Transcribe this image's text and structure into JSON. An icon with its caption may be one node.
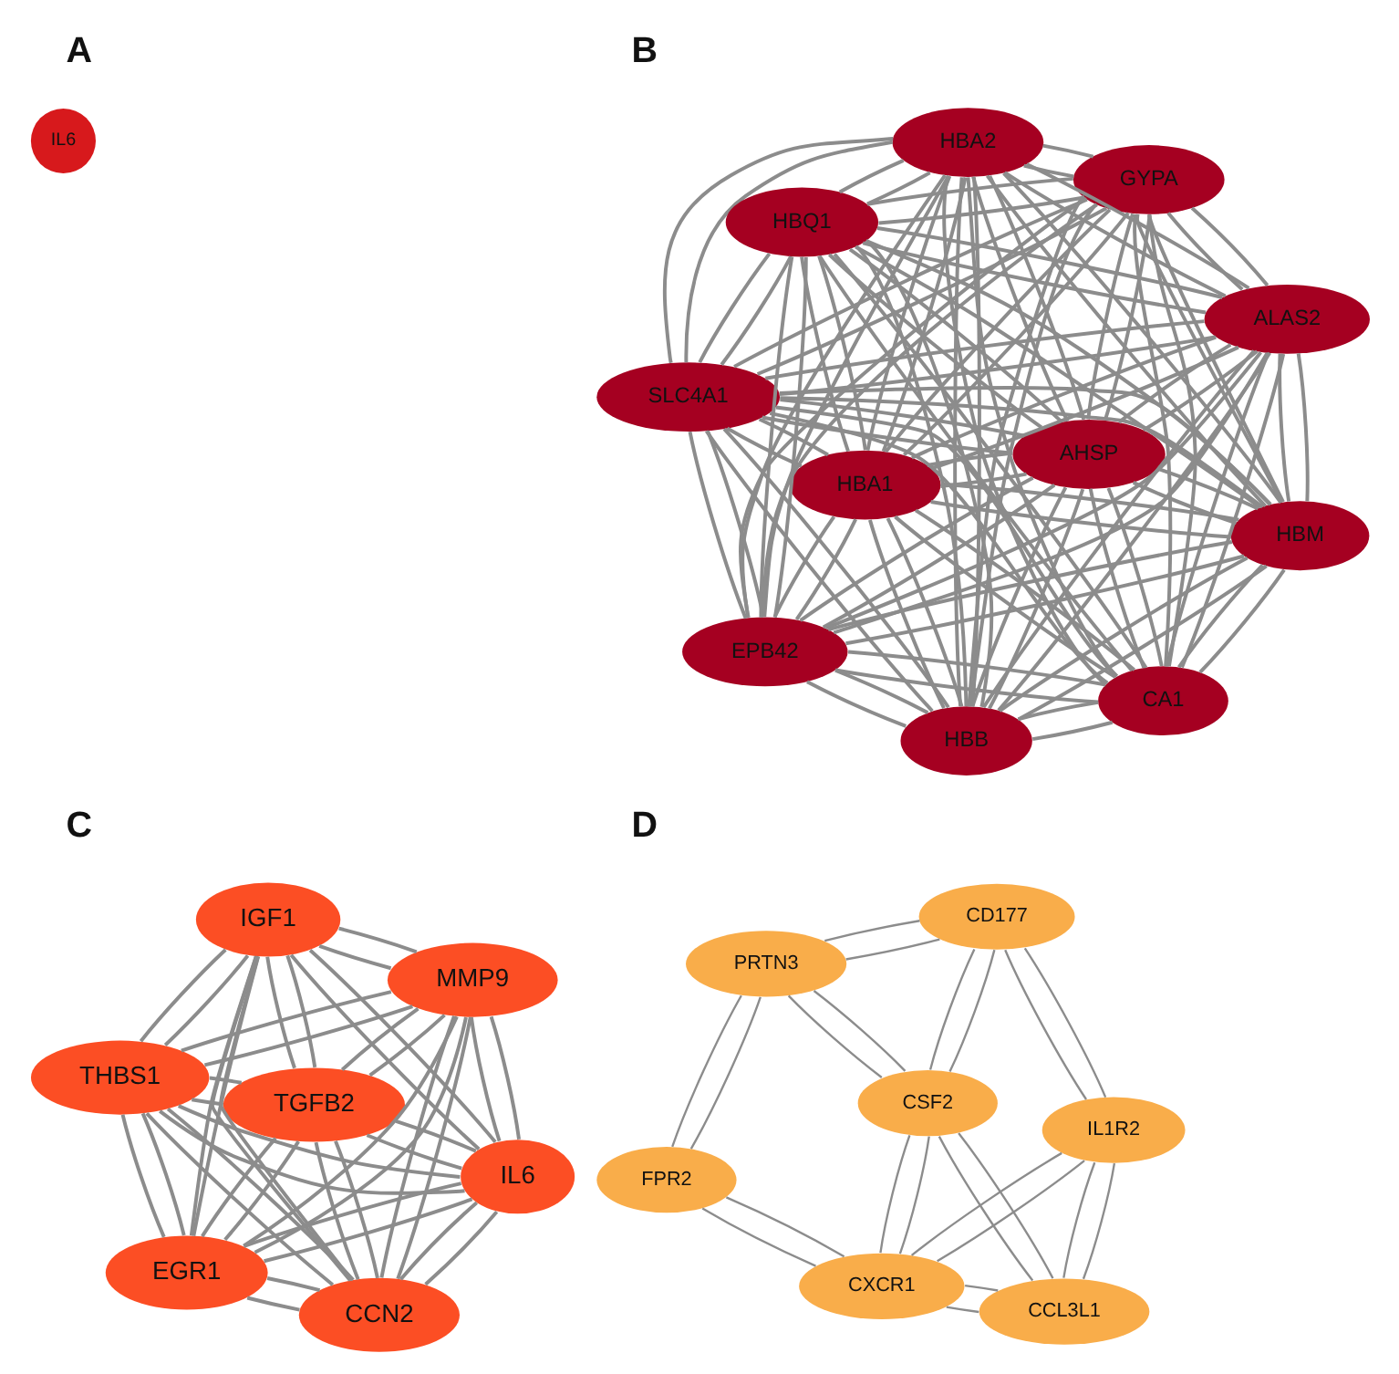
{
  "diagram": {
    "nodes": [
      {
        "text": [
          "IL6"
        ]
      },
      {
        "text": [
          "SLC4A1"
        ]
      },
      {
        "text": [
          "ALAS2"
        ]
      },
      {
        "text": [
          "HBB"
        ]
      },
      {
        "text": [
          "HBA2"
        ]
      },
      {
        "text": [
          "GYPA"
        ]
      },
      {
        "text": [
          "HBQ1"
        ]
      },
      {
        "text": [
          "EPB42"
        ]
      },
      {
        "text": [
          "HBM"
        ]
      },
      {
        "text": [
          "HBA1"
        ]
      },
      {
        "text": [
          "CA1"
        ]
      },
      {
        "text": [
          "AHSP"
        ]
      },
      {
        "text": [
          "THBS1"
        ]
      },
      {
        "text": [
          "IL6"
        ]
      },
      {
        "text": [
          "CCN2"
        ]
      },
      {
        "text": [
          "IGF1"
        ]
      },
      {
        "text": [
          "MMP9"
        ]
      },
      {
        "text": [
          "TGFB2"
        ]
      },
      {
        "text": [
          "EGR1"
        ]
      },
      {
        "text": [
          "IL1R2"
        ]
      },
      {
        "text": [
          "CD177"
        ]
      },
      {
        "text": [
          "CCL3L1"
        ]
      },
      {
        "text": [
          "CSF2"
        ]
      },
      {
        "text": [
          "CXCR1"
        ]
      },
      {
        "text": [
          "PRTN3"
        ]
      },
      {
        "text": [
          "FPR2"
        ]
      }
    ],
    "edges": [
      {
        "from": 1,
        "to": 2,
        "arrow": "none"
      },
      {
        "from": 1,
        "to": 2,
        "arrow": "none"
      },
      {
        "from": 1,
        "to": 3,
        "arrow": "none"
      },
      {
        "from": 1,
        "to": 3,
        "arrow": "none"
      },
      {
        "from": 1,
        "to": 4,
        "arrow": "none"
      },
      {
        "from": 1,
        "to": 4,
        "arrow": "none"
      },
      {
        "from": 1,
        "to": 5,
        "arrow": "none"
      },
      {
        "from": 1,
        "to": 5,
        "arrow": "none"
      },
      {
        "from": 1,
        "to": 6,
        "arrow": "none"
      },
      {
        "from": 1,
        "to": 6,
        "arrow": "none"
      },
      {
        "from": 1,
        "to": 7,
        "arrow": "none"
      },
      {
        "from": 1,
        "to": 7,
        "arrow": "none"
      },
      {
        "from": 1,
        "to": 8,
        "arrow": "none"
      },
      {
        "from": 1,
        "to": 8,
        "arrow": "none"
      },
      {
        "from": 1,
        "to": 9,
        "arrow": "none"
      },
      {
        "from": 1,
        "to": 9,
        "arrow": "none"
      },
      {
        "from": 1,
        "to": 10,
        "arrow": "none"
      },
      {
        "from": 1,
        "to": 10,
        "arrow": "none"
      },
      {
        "from": 1,
        "to": 11,
        "arrow": "none"
      },
      {
        "from": 1,
        "to": 11,
        "arrow": "none"
      },
      {
        "from": 2,
        "to": 3,
        "arrow": "none"
      },
      {
        "from": 2,
        "to": 3,
        "arrow": "none"
      },
      {
        "from": 2,
        "to": 4,
        "arrow": "none"
      },
      {
        "from": 2,
        "to": 4,
        "arrow": "none"
      },
      {
        "from": 2,
        "to": 5,
        "arrow": "none"
      },
      {
        "from": 2,
        "to": 5,
        "arrow": "none"
      },
      {
        "from": 2,
        "to": 6,
        "arrow": "none"
      },
      {
        "from": 2,
        "to": 6,
        "arrow": "none"
      },
      {
        "from": 2,
        "to": 7,
        "arrow": "none"
      },
      {
        "from": 2,
        "to": 7,
        "arrow": "none"
      },
      {
        "from": 2,
        "to": 8,
        "arrow": "none"
      },
      {
        "from": 2,
        "to": 8,
        "arrow": "none"
      },
      {
        "from": 2,
        "to": 9,
        "arrow": "none"
      },
      {
        "from": 2,
        "to": 9,
        "arrow": "none"
      },
      {
        "from": 2,
        "to": 10,
        "arrow": "none"
      },
      {
        "from": 2,
        "to": 10,
        "arrow": "none"
      },
      {
        "from": 2,
        "to": 11,
        "arrow": "none"
      },
      {
        "from": 2,
        "to": 11,
        "arrow": "none"
      },
      {
        "from": 3,
        "to": 4,
        "arrow": "none"
      },
      {
        "from": 3,
        "to": 4,
        "arrow": "none"
      },
      {
        "from": 3,
        "to": 5,
        "arrow": "none"
      },
      {
        "from": 3,
        "to": 5,
        "arrow": "none"
      },
      {
        "from": 3,
        "to": 6,
        "arrow": "none"
      },
      {
        "from": 3,
        "to": 6,
        "arrow": "none"
      },
      {
        "from": 3,
        "to": 7,
        "arrow": "none"
      },
      {
        "from": 3,
        "to": 7,
        "arrow": "none"
      },
      {
        "from": 3,
        "to": 8,
        "arrow": "none"
      },
      {
        "from": 3,
        "to": 8,
        "arrow": "none"
      },
      {
        "from": 3,
        "to": 9,
        "arrow": "none"
      },
      {
        "from": 3,
        "to": 9,
        "arrow": "none"
      },
      {
        "from": 3,
        "to": 10,
        "arrow": "none"
      },
      {
        "from": 3,
        "to": 10,
        "arrow": "none"
      },
      {
        "from": 3,
        "to": 11,
        "arrow": "none"
      },
      {
        "from": 3,
        "to": 11,
        "arrow": "none"
      },
      {
        "from": 4,
        "to": 5,
        "arrow": "none"
      },
      {
        "from": 4,
        "to": 5,
        "arrow": "none"
      },
      {
        "from": 4,
        "to": 6,
        "arrow": "none"
      },
      {
        "from": 4,
        "to": 6,
        "arrow": "none"
      },
      {
        "from": 4,
        "to": 7,
        "arrow": "none"
      },
      {
        "from": 4,
        "to": 7,
        "arrow": "none"
      },
      {
        "from": 4,
        "to": 8,
        "arrow": "none"
      },
      {
        "from": 4,
        "to": 8,
        "arrow": "none"
      },
      {
        "from": 4,
        "to": 9,
        "arrow": "none"
      },
      {
        "from": 4,
        "to": 9,
        "arrow": "none"
      },
      {
        "from": 4,
        "to": 10,
        "arrow": "none"
      },
      {
        "from": 4,
        "to": 10,
        "arrow": "none"
      },
      {
        "from": 4,
        "to": 11,
        "arrow": "none"
      },
      {
        "from": 4,
        "to": 11,
        "arrow": "none"
      },
      {
        "from": 5,
        "to": 6,
        "arrow": "none"
      },
      {
        "from": 5,
        "to": 6,
        "arrow": "none"
      },
      {
        "from": 5,
        "to": 7,
        "arrow": "none"
      },
      {
        "from": 5,
        "to": 7,
        "arrow": "none"
      },
      {
        "from": 5,
        "to": 8,
        "arrow": "none"
      },
      {
        "from": 5,
        "to": 8,
        "arrow": "none"
      },
      {
        "from": 5,
        "to": 9,
        "arrow": "none"
      },
      {
        "from": 5,
        "to": 9,
        "arrow": "none"
      },
      {
        "from": 5,
        "to": 10,
        "arrow": "none"
      },
      {
        "from": 5,
        "to": 10,
        "arrow": "none"
      },
      {
        "from": 5,
        "to": 11,
        "arrow": "none"
      },
      {
        "from": 5,
        "to": 11,
        "arrow": "none"
      },
      {
        "from": 6,
        "to": 7,
        "arrow": "none"
      },
      {
        "from": 6,
        "to": 7,
        "arrow": "none"
      },
      {
        "from": 6,
        "to": 8,
        "arrow": "none"
      },
      {
        "from": 6,
        "to": 8,
        "arrow": "none"
      },
      {
        "from": 6,
        "to": 9,
        "arrow": "none"
      },
      {
        "from": 6,
        "to": 9,
        "arrow": "none"
      },
      {
        "from": 6,
        "to": 10,
        "arrow": "none"
      },
      {
        "from": 6,
        "to": 10,
        "arrow": "none"
      },
      {
        "from": 6,
        "to": 11,
        "arrow": "none"
      },
      {
        "from": 6,
        "to": 11,
        "arrow": "none"
      },
      {
        "from": 7,
        "to": 8,
        "arrow": "none"
      },
      {
        "from": 7,
        "to": 8,
        "arrow": "none"
      },
      {
        "from": 7,
        "to": 9,
        "arrow": "none"
      },
      {
        "from": 7,
        "to": 9,
        "arrow": "none"
      },
      {
        "from": 7,
        "to": 10,
        "arrow": "none"
      },
      {
        "from": 7,
        "to": 10,
        "arrow": "none"
      },
      {
        "from": 7,
        "to": 11,
        "arrow": "none"
      },
      {
        "from": 7,
        "to": 11,
        "arrow": "none"
      },
      {
        "from": 8,
        "to": 9,
        "arrow": "none"
      },
      {
        "from": 8,
        "to": 9,
        "arrow": "none"
      },
      {
        "from": 8,
        "to": 10,
        "arrow": "none"
      },
      {
        "from": 8,
        "to": 10,
        "arrow": "none"
      },
      {
        "from": 8,
        "to": 11,
        "arrow": "none"
      },
      {
        "from": 8,
        "to": 11,
        "arrow": "none"
      },
      {
        "from": 9,
        "to": 10,
        "arrow": "none"
      },
      {
        "from": 9,
        "to": 10,
        "arrow": "none"
      },
      {
        "from": 9,
        "to": 11,
        "arrow": "none"
      },
      {
        "from": 9,
        "to": 11,
        "arrow": "none"
      },
      {
        "from": 10,
        "to": 11,
        "arrow": "none"
      },
      {
        "from": 10,
        "to": 11,
        "arrow": "none"
      },
      {
        "from": 12,
        "to": 13,
        "arrow": "none"
      },
      {
        "from": 12,
        "to": 13,
        "arrow": "none"
      },
      {
        "from": 12,
        "to": 14,
        "arrow": "none"
      },
      {
        "from": 12,
        "to": 14,
        "arrow": "none"
      },
      {
        "from": 12,
        "to": 15,
        "arrow": "none"
      },
      {
        "from": 12,
        "to": 15,
        "arrow": "none"
      },
      {
        "from": 12,
        "to": 16,
        "arrow": "none"
      },
      {
        "from": 12,
        "to": 16,
        "arrow": "none"
      },
      {
        "from": 12,
        "to": 17,
        "arrow": "none"
      },
      {
        "from": 12,
        "to": 17,
        "arrow": "none"
      },
      {
        "from": 12,
        "to": 18,
        "arrow": "none"
      },
      {
        "from": 12,
        "to": 18,
        "arrow": "none"
      },
      {
        "from": 13,
        "to": 14,
        "arrow": "none"
      },
      {
        "from": 13,
        "to": 14,
        "arrow": "none"
      },
      {
        "from": 13,
        "to": 15,
        "arrow": "none"
      },
      {
        "from": 13,
        "to": 15,
        "arrow": "none"
      },
      {
        "from": 13,
        "to": 16,
        "arrow": "none"
      },
      {
        "from": 13,
        "to": 16,
        "arrow": "none"
      },
      {
        "from": 13,
        "to": 17,
        "arrow": "none"
      },
      {
        "from": 13,
        "to": 17,
        "arrow": "none"
      },
      {
        "from": 13,
        "to": 18,
        "arrow": "none"
      },
      {
        "from": 13,
        "to": 18,
        "arrow": "none"
      },
      {
        "from": 14,
        "to": 15,
        "arrow": "none"
      },
      {
        "from": 14,
        "to": 15,
        "arrow": "none"
      },
      {
        "from": 14,
        "to": 16,
        "arrow": "none"
      },
      {
        "from": 14,
        "to": 16,
        "arrow": "none"
      },
      {
        "from": 14,
        "to": 17,
        "arrow": "none"
      },
      {
        "from": 14,
        "to": 17,
        "arrow": "none"
      },
      {
        "from": 14,
        "to": 18,
        "arrow": "none"
      },
      {
        "from": 14,
        "to": 18,
        "arrow": "none"
      },
      {
        "from": 15,
        "to": 16,
        "arrow": "none"
      },
      {
        "from": 15,
        "to": 16,
        "arrow": "none"
      },
      {
        "from": 15,
        "to": 17,
        "arrow": "none"
      },
      {
        "from": 15,
        "to": 17,
        "arrow": "none"
      },
      {
        "from": 15,
        "to": 18,
        "arrow": "none"
      },
      {
        "from": 15,
        "to": 18,
        "arrow": "none"
      },
      {
        "from": 16,
        "to": 17,
        "arrow": "none"
      },
      {
        "from": 16,
        "to": 17,
        "arrow": "none"
      },
      {
        "from": 16,
        "to": 18,
        "arrow": "none"
      },
      {
        "from": 16,
        "to": 18,
        "arrow": "none"
      },
      {
        "from": 17,
        "to": 18,
        "arrow": "none"
      },
      {
        "from": 17,
        "to": 18,
        "arrow": "none"
      },
      {
        "from": 19,
        "to": 20,
        "arrow": "none"
      },
      {
        "from": 19,
        "to": 20,
        "arrow": "none"
      },
      {
        "from": 19,
        "to": 21,
        "arrow": "none"
      },
      {
        "from": 19,
        "to": 21,
        "arrow": "none"
      },
      {
        "from": 19,
        "to": 23,
        "arrow": "none"
      },
      {
        "from": 19,
        "to": 23,
        "arrow": "none"
      },
      {
        "from": 20,
        "to": 22,
        "arrow": "none"
      },
      {
        "from": 20,
        "to": 22,
        "arrow": "none"
      },
      {
        "from": 20,
        "to": 24,
        "arrow": "none"
      },
      {
        "from": 20,
        "to": 24,
        "arrow": "none"
      },
      {
        "from": 21,
        "to": 22,
        "arrow": "none"
      },
      {
        "from": 21,
        "to": 22,
        "arrow": "none"
      },
      {
        "from": 21,
        "to": 23,
        "arrow": "none"
      },
      {
        "from": 21,
        "to": 23,
        "arrow": "none"
      },
      {
        "from": 22,
        "to": 23,
        "arrow": "none"
      },
      {
        "from": 22,
        "to": 23,
        "arrow": "none"
      },
      {
        "from": 22,
        "to": 24,
        "arrow": "none"
      },
      {
        "from": 22,
        "to": 24,
        "arrow": "none"
      },
      {
        "from": 24,
        "to": 25,
        "arrow": "none"
      },
      {
        "from": 24,
        "to": 25,
        "arrow": "none"
      },
      {
        "from": 23,
        "to": 25,
        "arrow": "none"
      },
      {
        "from": 23,
        "to": 25,
        "arrow": "none"
      }
    ],
    "labels": [
      "A",
      "B",
      "C",
      "D"
    ]
  }
}
